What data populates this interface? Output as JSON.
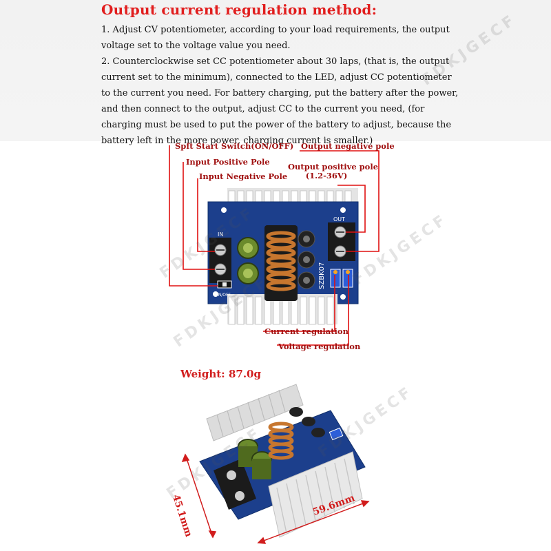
{
  "heading": "Output current regulation method:",
  "paragraphs": [
    "1. Adjust CV potentiometer, according to your load requirements, the output voltage set to the voltage value you need.",
    "2. Counterclockwise set CC potentiometer about 30 laps, (that is, the output current set to the minimum), connected to the LED, adjust CC potentiometer to the current you need. For battery charging, put the battery after the power, and then connect to the output, adjust CC to the current you need, (for charging must be used to put the power of the battery to adjust, because the battery left in the more power, charging current is smaller.)"
  ],
  "callouts": {
    "soft_start_switch": "Spft Start Switch(ON/OFF)",
    "input_positive_pole": "Input Positive Pole",
    "input_negative_pole": "Input Negative Pole",
    "output_negative_pole": "Output negative pole",
    "output_positive_pole": "Output positive pole",
    "output_positive_range": "(1.2-36V)",
    "current_regulation": "Current regulation",
    "voltage_regulation": "Voltage regulation"
  },
  "board_markings": {
    "model": "SZBK07",
    "in": "IN",
    "out": "OUT",
    "switch": "ON/OFF"
  },
  "weight": "Weight: 87.0g",
  "dimensions": {
    "height": "45.1mm",
    "width": "59.6mm"
  },
  "watermark": "FDKJGECF",
  "colors": {
    "heading": "#e11d1d",
    "callout_text": "#a01010",
    "callout_line": "#e01010",
    "pcb": "#1c3f8c",
    "heatsink": "#e6e6e6"
  }
}
